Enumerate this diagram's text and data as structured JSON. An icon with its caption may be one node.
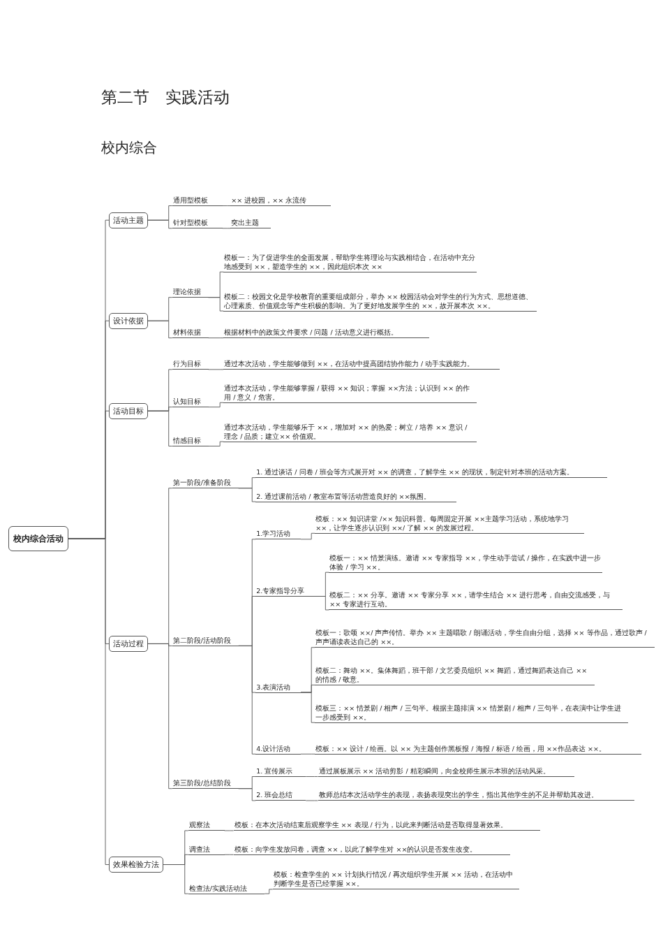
{
  "diagram": {
    "title": "第二节　实践活动",
    "nodes": [
      {
        "text": [
          "校内综合活动"
        ]
      },
      {
        "text": [
          "活动主题"
        ]
      },
      {
        "text": [
          "通用型模板"
        ]
      },
      {
        "text": [
          "×× 进校园，×× 永流传"
        ]
      },
      {
        "text": [
          "针对型模板"
        ]
      },
      {
        "text": [
          "突出主题"
        ]
      },
      {
        "text": [
          "设计依据"
        ]
      },
      {
        "text": [
          "理论依据"
        ]
      },
      {
        "text": [
          "模板一：为了促进学生的全面发展，帮助学生将理论与实践相结合，在活动中充分地感受到 ××，塑造学生的 ××，因此组织本次 ××"
        ]
      },
      {
        "text": [
          "模板二：校园文化是学校教育的重要组成部分，举办 ×× 校园活动会对学生的行为方式、思想道德、心理素质、价值观念等产生积极的影响。为了更好地发展学生的 ××，故开展本次 ××。"
        ]
      },
      {
        "text": [
          "材料依据"
        ]
      },
      {
        "text": [
          "根据材料中的政策文件要求 / 问题 / 活动意义进行概括。"
        ]
      },
      {
        "text": [
          "活动目标"
        ]
      },
      {
        "text": [
          "行为目标"
        ]
      },
      {
        "text": [
          "通过本次活动，学生能够做到 ××，在活动中提高团结协作能力 / 动手实践能力。"
        ]
      },
      {
        "text": [
          "认知目标"
        ]
      },
      {
        "text": [
          "通过本次活动，学生能够掌握 / 获得 ×× 知识；掌握 ××方法；认识到 ×× 的作用 / 意义 / 危害。"
        ]
      },
      {
        "text": [
          "情感目标"
        ]
      },
      {
        "text": [
          "通过本次活动，学生能够乐于 ××，增加对 ×× 的热爱；树立 / 培养 ×× 意识 / 理念 / 品质；建立×× 价值观。"
        ]
      },
      {
        "text": [
          "活动过程"
        ]
      },
      {
        "text": [
          "第一阶段/准备阶段"
        ]
      },
      {
        "text": [
          "1. 通过谈话 / 问卷 / 班会等方式展开对 ×× 的调查，了解学生 ×× 的现状，制定针对本班的活动方案。"
        ]
      },
      {
        "text": [
          "2. 通过课前活动 / 教室布置等活动营造良好的 ××氛围。"
        ]
      },
      {
        "text": [
          "第二阶段/活动阶段"
        ]
      },
      {
        "text": [
          "1.学习活动"
        ]
      },
      {
        "text": [
          "模板：×× 知识讲堂 /×× 知识科普。每周固定开展 ××主题学习活动，系统地学习 ××，让学生逐步认识到 ××/ 了解 ×× 的发展过程。"
        ]
      },
      {
        "text": [
          "2.专家指导分享"
        ]
      },
      {
        "text": [
          "模板一：×× 情景演练。邀请 ×× 专家指导 ××，学生动手尝试 / 操作，在实践中进一步体验 / 学习 ××。"
        ]
      },
      {
        "text": [
          "模板二：×× 分享。邀请 ×× 专家分享 ××，请学生结合 ×× 进行思考，自由交流感受，与 ×× 专家进行互动。"
        ]
      },
      {
        "text": [
          "3.表演活动"
        ]
      },
      {
        "text": [
          "模板一：歌颂 ××/ 声声传情。举办 ×× 主题唱歌 / 朗诵活动，学生自由分组，选择 ×× 等作品，通过歌声 / 声声诵读表达自己的 ××。"
        ]
      },
      {
        "text": [
          "模板二：舞动 ××。集体舞蹈，班干部 / 文艺委员组织 ×× 舞蹈，通过舞蹈表达自己 ×× 的情感 / 敬意。"
        ]
      },
      {
        "text": [
          "模板三：×× 情景剧 / 相声 / 三句半。根据主题排演 ×× 情景剧 / 相声 / 三句半，在表演中让学生进一步感受到 ××。"
        ]
      },
      {
        "text": [
          "4.设计活动"
        ]
      },
      {
        "text": [
          "模板：×× 设计 / 绘画。以 ×× 为主题创作黑板报 / 海报 / 标语 / 绘画，用 ××作品表达 ××。"
        ]
      },
      {
        "text": [
          "第三阶段/总结阶段"
        ]
      },
      {
        "text": [
          "1. 宣传展示"
        ]
      },
      {
        "text": [
          "通过展板展示 ×× 活动剪影 / 精彩瞬间，向全校师生展示本班的活动风采。"
        ]
      },
      {
        "text": [
          "2. 班会总结"
        ]
      },
      {
        "text": [
          "教师总结本次活动学生的表现，表扬表现突出的学生，指出其他学生的不足并帮助其改进。"
        ]
      },
      {
        "text": [
          "效果检验方法"
        ]
      },
      {
        "text": [
          "观察法"
        ]
      },
      {
        "text": [
          "模板：在本次活动结束后观察学生 ×× 表现 / 行为，以此来判断活动是否取得显著效果。"
        ]
      },
      {
        "text": [
          "调查法"
        ]
      },
      {
        "text": [
          "模板：向学生发放问卷，调查 ××，以此了解学生对 ××的认识是否发生改变。"
        ]
      },
      {
        "text": [
          "检查法/实践活动法"
        ]
      },
      {
        "text": [
          "模板：检查学生的 ×× 计划执行情况 / 再次组织学生开展 ×× 活动，在活动中判断学生是否已经掌握 ××。"
        ]
      }
    ],
    "edges": [
      {
        "from": 0,
        "to": 1,
        "arrow": "none"
      },
      {
        "from": 1,
        "to": 2,
        "arrow": "none"
      },
      {
        "from": 2,
        "to": 3,
        "arrow": "none"
      },
      {
        "from": 1,
        "to": 4,
        "arrow": "none"
      },
      {
        "from": 4,
        "to": 5,
        "arrow": "none"
      },
      {
        "from": 0,
        "to": 6,
        "arrow": "none"
      },
      {
        "from": 6,
        "to": 7,
        "arrow": "none"
      },
      {
        "from": 7,
        "to": 8,
        "arrow": "none"
      },
      {
        "from": 7,
        "to": 9,
        "arrow": "none"
      },
      {
        "from": 6,
        "to": 10,
        "arrow": "none"
      },
      {
        "from": 10,
        "to": 11,
        "arrow": "none"
      },
      {
        "from": 0,
        "to": 12,
        "arrow": "none"
      },
      {
        "from": 12,
        "to": 13,
        "arrow": "none"
      },
      {
        "from": 13,
        "to": 14,
        "arrow": "none"
      },
      {
        "from": 12,
        "to": 15,
        "arrow": "none"
      },
      {
        "from": 15,
        "to": 16,
        "arrow": "none"
      },
      {
        "from": 12,
        "to": 17,
        "arrow": "none"
      },
      {
        "from": 17,
        "to": 18,
        "arrow": "none"
      },
      {
        "from": 0,
        "to": 19,
        "arrow": "none"
      },
      {
        "from": 19,
        "to": 20,
        "arrow": "none"
      },
      {
        "from": 20,
        "to": 21,
        "arrow": "none"
      },
      {
        "from": 20,
        "to": 22,
        "arrow": "none"
      },
      {
        "from": 19,
        "to": 23,
        "arrow": "none"
      },
      {
        "from": 23,
        "to": 24,
        "arrow": "none"
      },
      {
        "from": 24,
        "to": 25,
        "arrow": "none"
      },
      {
        "from": 23,
        "to": 26,
        "arrow": "none"
      },
      {
        "from": 26,
        "to": 27,
        "arrow": "none"
      },
      {
        "from": 26,
        "to": 28,
        "arrow": "none"
      },
      {
        "from": 23,
        "to": 29,
        "arrow": "none"
      },
      {
        "from": 29,
        "to": 30,
        "arrow": "none"
      },
      {
        "from": 29,
        "to": 31,
        "arrow": "none"
      },
      {
        "from": 29,
        "to": 32,
        "arrow": "none"
      },
      {
        "from": 23,
        "to": 33,
        "arrow": "none"
      },
      {
        "from": 33,
        "to": 34,
        "arrow": "none"
      },
      {
        "from": 19,
        "to": 35,
        "arrow": "none"
      },
      {
        "from": 35,
        "to": 36,
        "arrow": "none"
      },
      {
        "from": 36,
        "to": 37,
        "arrow": "none"
      },
      {
        "from": 35,
        "to": 38,
        "arrow": "none"
      },
      {
        "from": 38,
        "to": 39,
        "arrow": "none"
      },
      {
        "from": 0,
        "to": 40,
        "arrow": "none"
      },
      {
        "from": 40,
        "to": 41,
        "arrow": "none"
      },
      {
        "from": 41,
        "to": 42,
        "arrow": "none"
      },
      {
        "from": 40,
        "to": 43,
        "arrow": "none"
      },
      {
        "from": 43,
        "to": 44,
        "arrow": "none"
      },
      {
        "from": 40,
        "to": 45,
        "arrow": "none"
      },
      {
        "from": 45,
        "to": 46,
        "arrow": "none"
      }
    ],
    "labels": [
      "校内综合"
    ]
  }
}
